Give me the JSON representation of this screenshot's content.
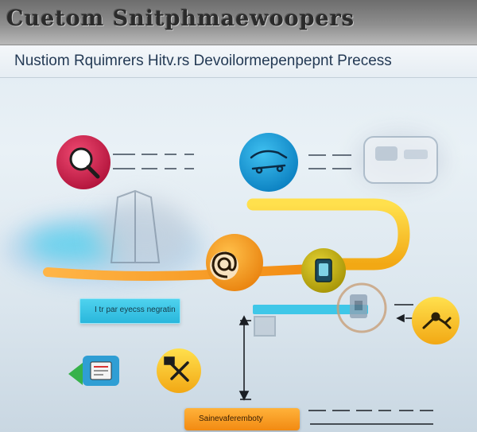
{
  "header": {
    "banner_title": "Cuetom Snitphmaewoopers",
    "subtitle": "Nustiom Rquimrers Hitv.rs Devoilormepenpepnt Precess"
  },
  "labels": {
    "caption": "I tr par eyecss negratin",
    "footer": "Sainevaferemboty"
  },
  "colors": {
    "magenta": "#d8234f",
    "blue": "#1a9fd8",
    "orange": "#f39a1e",
    "olive": "#c7b312",
    "cyan": "#38c6e6",
    "yellow": "#f5c81c"
  },
  "icons": [
    "search-icon",
    "vehicle-icon",
    "at-sign-icon",
    "device-icon",
    "tools-icon",
    "robot-arm-icon",
    "document-icon",
    "hardware-icon"
  ]
}
